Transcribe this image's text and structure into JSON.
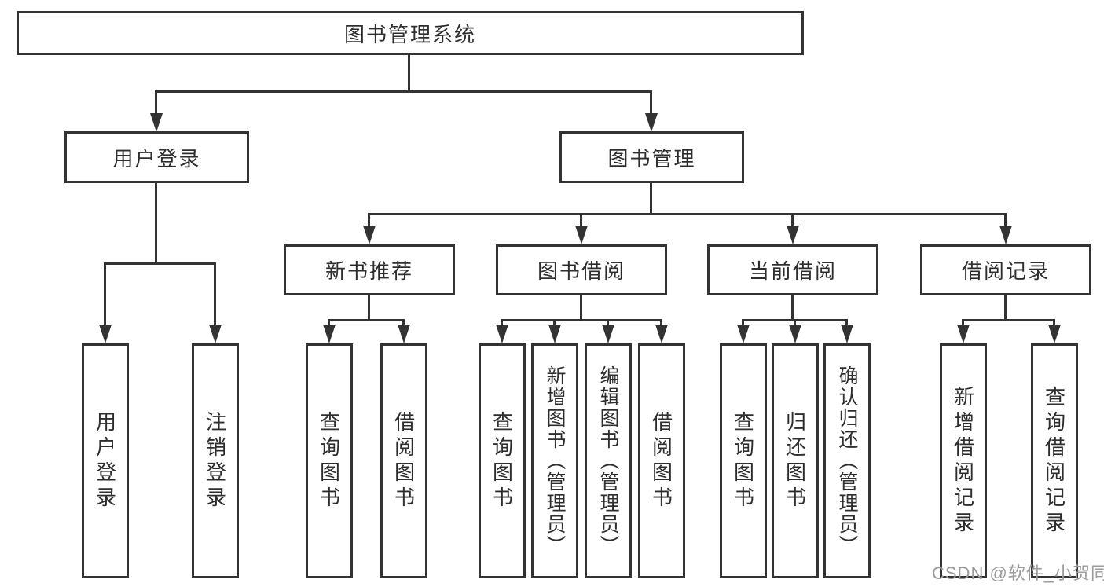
{
  "figure_type": "hierarchy-diagram",
  "colors": {
    "line": "#333333",
    "text": "#2e2e2e",
    "watermark": "#9b9b9b",
    "background": "#ffffff"
  },
  "tree": {
    "label": "图书管理系统",
    "children": [
      {
        "label": "用户登录",
        "children": [
          {
            "label": "用户登录"
          },
          {
            "label": "注销登录"
          }
        ]
      },
      {
        "label": "图书管理",
        "children": [
          {
            "label": "新书推荐",
            "children": [
              {
                "label": "查询图书"
              },
              {
                "label": "借阅图书"
              }
            ]
          },
          {
            "label": "图书借阅",
            "children": [
              {
                "label": "查询图书"
              },
              {
                "label": "新增图书（管理员）"
              },
              {
                "label": "编辑图书（管理员）"
              },
              {
                "label": "借阅图书"
              }
            ]
          },
          {
            "label": "当前借阅",
            "children": [
              {
                "label": "查询图书"
              },
              {
                "label": "归还图书"
              },
              {
                "label": "确认归还（管理员）"
              }
            ]
          },
          {
            "label": "借阅记录",
            "children": [
              {
                "label": "新增借阅记录"
              },
              {
                "label": "查询借阅记录"
              }
            ]
          }
        ]
      }
    ]
  },
  "watermark": {
    "text": "CSDN @软件_小贺同学"
  }
}
